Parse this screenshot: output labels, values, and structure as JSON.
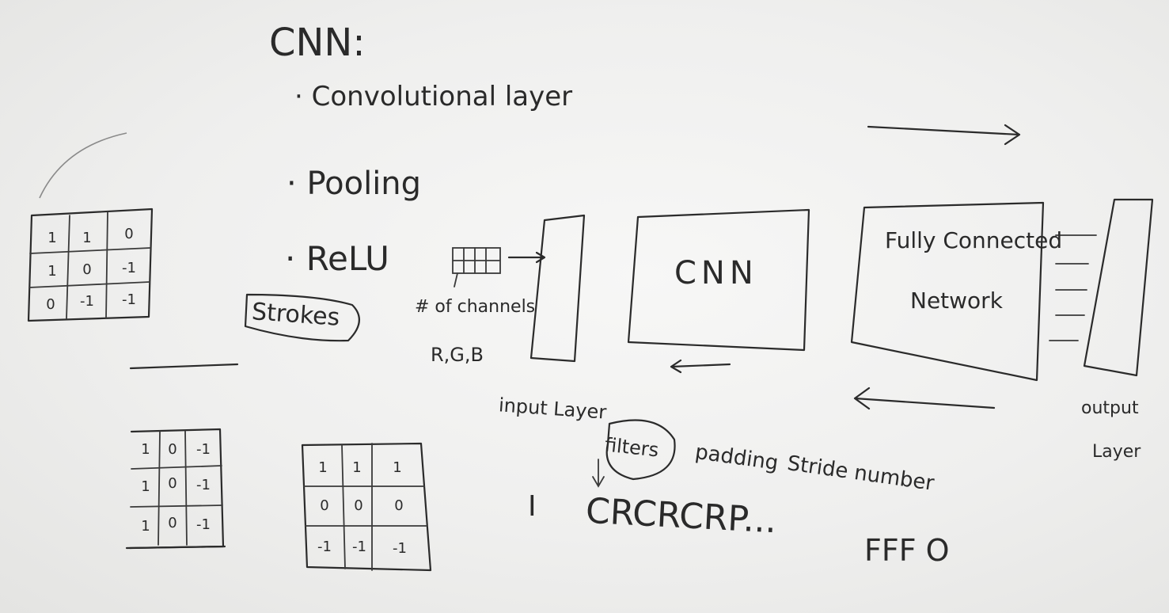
{
  "title": "CNN:",
  "layers_list": [
    {
      "label": "Convolutional layer"
    },
    {
      "label": "Pooling"
    },
    {
      "label": "ReLU"
    }
  ],
  "strokes_label": "Strokes",
  "channels_label": "# of channels",
  "rgb_label": "R,G,B",
  "cnn_box_label": "CNN",
  "fc_box_label_line1": "Fully Connected",
  "fc_box_label_line2": "Network",
  "output_label_line1": "output",
  "output_label_line2": "Layer",
  "input_layer_label": "input Layer",
  "filters_label": "filters",
  "padding_label": "padding",
  "stride_label": "Stride number",
  "sequence_I": "I",
  "sequence_label": "CRCRCRP...",
  "fff_label": "FFF O",
  "matrix_top_left": [
    [
      "1",
      "1",
      "0"
    ],
    [
      "1",
      "0",
      "-1"
    ],
    [
      "0",
      "-1",
      "-1"
    ]
  ],
  "matrix_bottom_left": [
    [
      "1",
      "0",
      "-1"
    ],
    [
      "1",
      "0",
      "-1"
    ],
    [
      "1",
      "0",
      "-1"
    ]
  ],
  "matrix_bottom_middle": [
    [
      "1",
      "1",
      "1"
    ],
    [
      "0",
      "0",
      "0"
    ],
    [
      "-1",
      "-1",
      "-1"
    ]
  ]
}
